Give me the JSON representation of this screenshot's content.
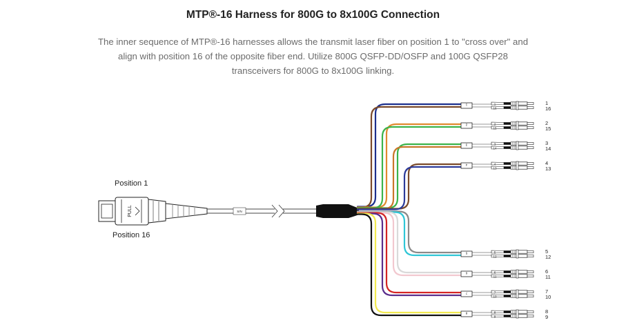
{
  "title": "MTP®-16 Harness for 800G to 8x100G Connection",
  "description": "The inner sequence of MTP®-16 harnesses allows the transmit laser fiber on position 1 to \"cross over\" and align with position 16 of the opposite fiber end. Utilize 800G QSFP-DD/OSFP and 100G QSFP28 transceivers for 800G to 8x100G linking.",
  "mtp_connector": {
    "position_top_label": "Position 1",
    "position_bottom_label": "Position 16",
    "pull_label": "PULL",
    "cable_marker": "S/N"
  },
  "breakouts": [
    {
      "tag": "1",
      "top": "1",
      "bottom": "16",
      "colors": [
        "#1c2f8c",
        "#7a4a2a"
      ]
    },
    {
      "tag": "2",
      "top": "2",
      "bottom": "15",
      "colors": [
        "#e08a2e",
        "#3bb34a"
      ]
    },
    {
      "tag": "3",
      "top": "3",
      "bottom": "14",
      "colors": [
        "#3bb34a",
        "#c9772a"
      ]
    },
    {
      "tag": "4",
      "top": "4",
      "bottom": "13",
      "colors": [
        "#7a4a2a",
        "#2c3a9a"
      ]
    },
    {
      "tag": "5",
      "top": "5",
      "bottom": "12",
      "colors": [
        "#8a8a8a",
        "#2fc6d6"
      ]
    },
    {
      "tag": "6",
      "top": "6",
      "bottom": "11",
      "colors": [
        "#d9d9d9",
        "#f2c8cf"
      ]
    },
    {
      "tag": "7",
      "top": "7",
      "bottom": "10",
      "colors": [
        "#d42424",
        "#5a2d8c"
      ]
    },
    {
      "tag": "8",
      "top": "8",
      "bottom": "9",
      "colors": [
        "#f2e94e",
        "#111111"
      ]
    }
  ]
}
